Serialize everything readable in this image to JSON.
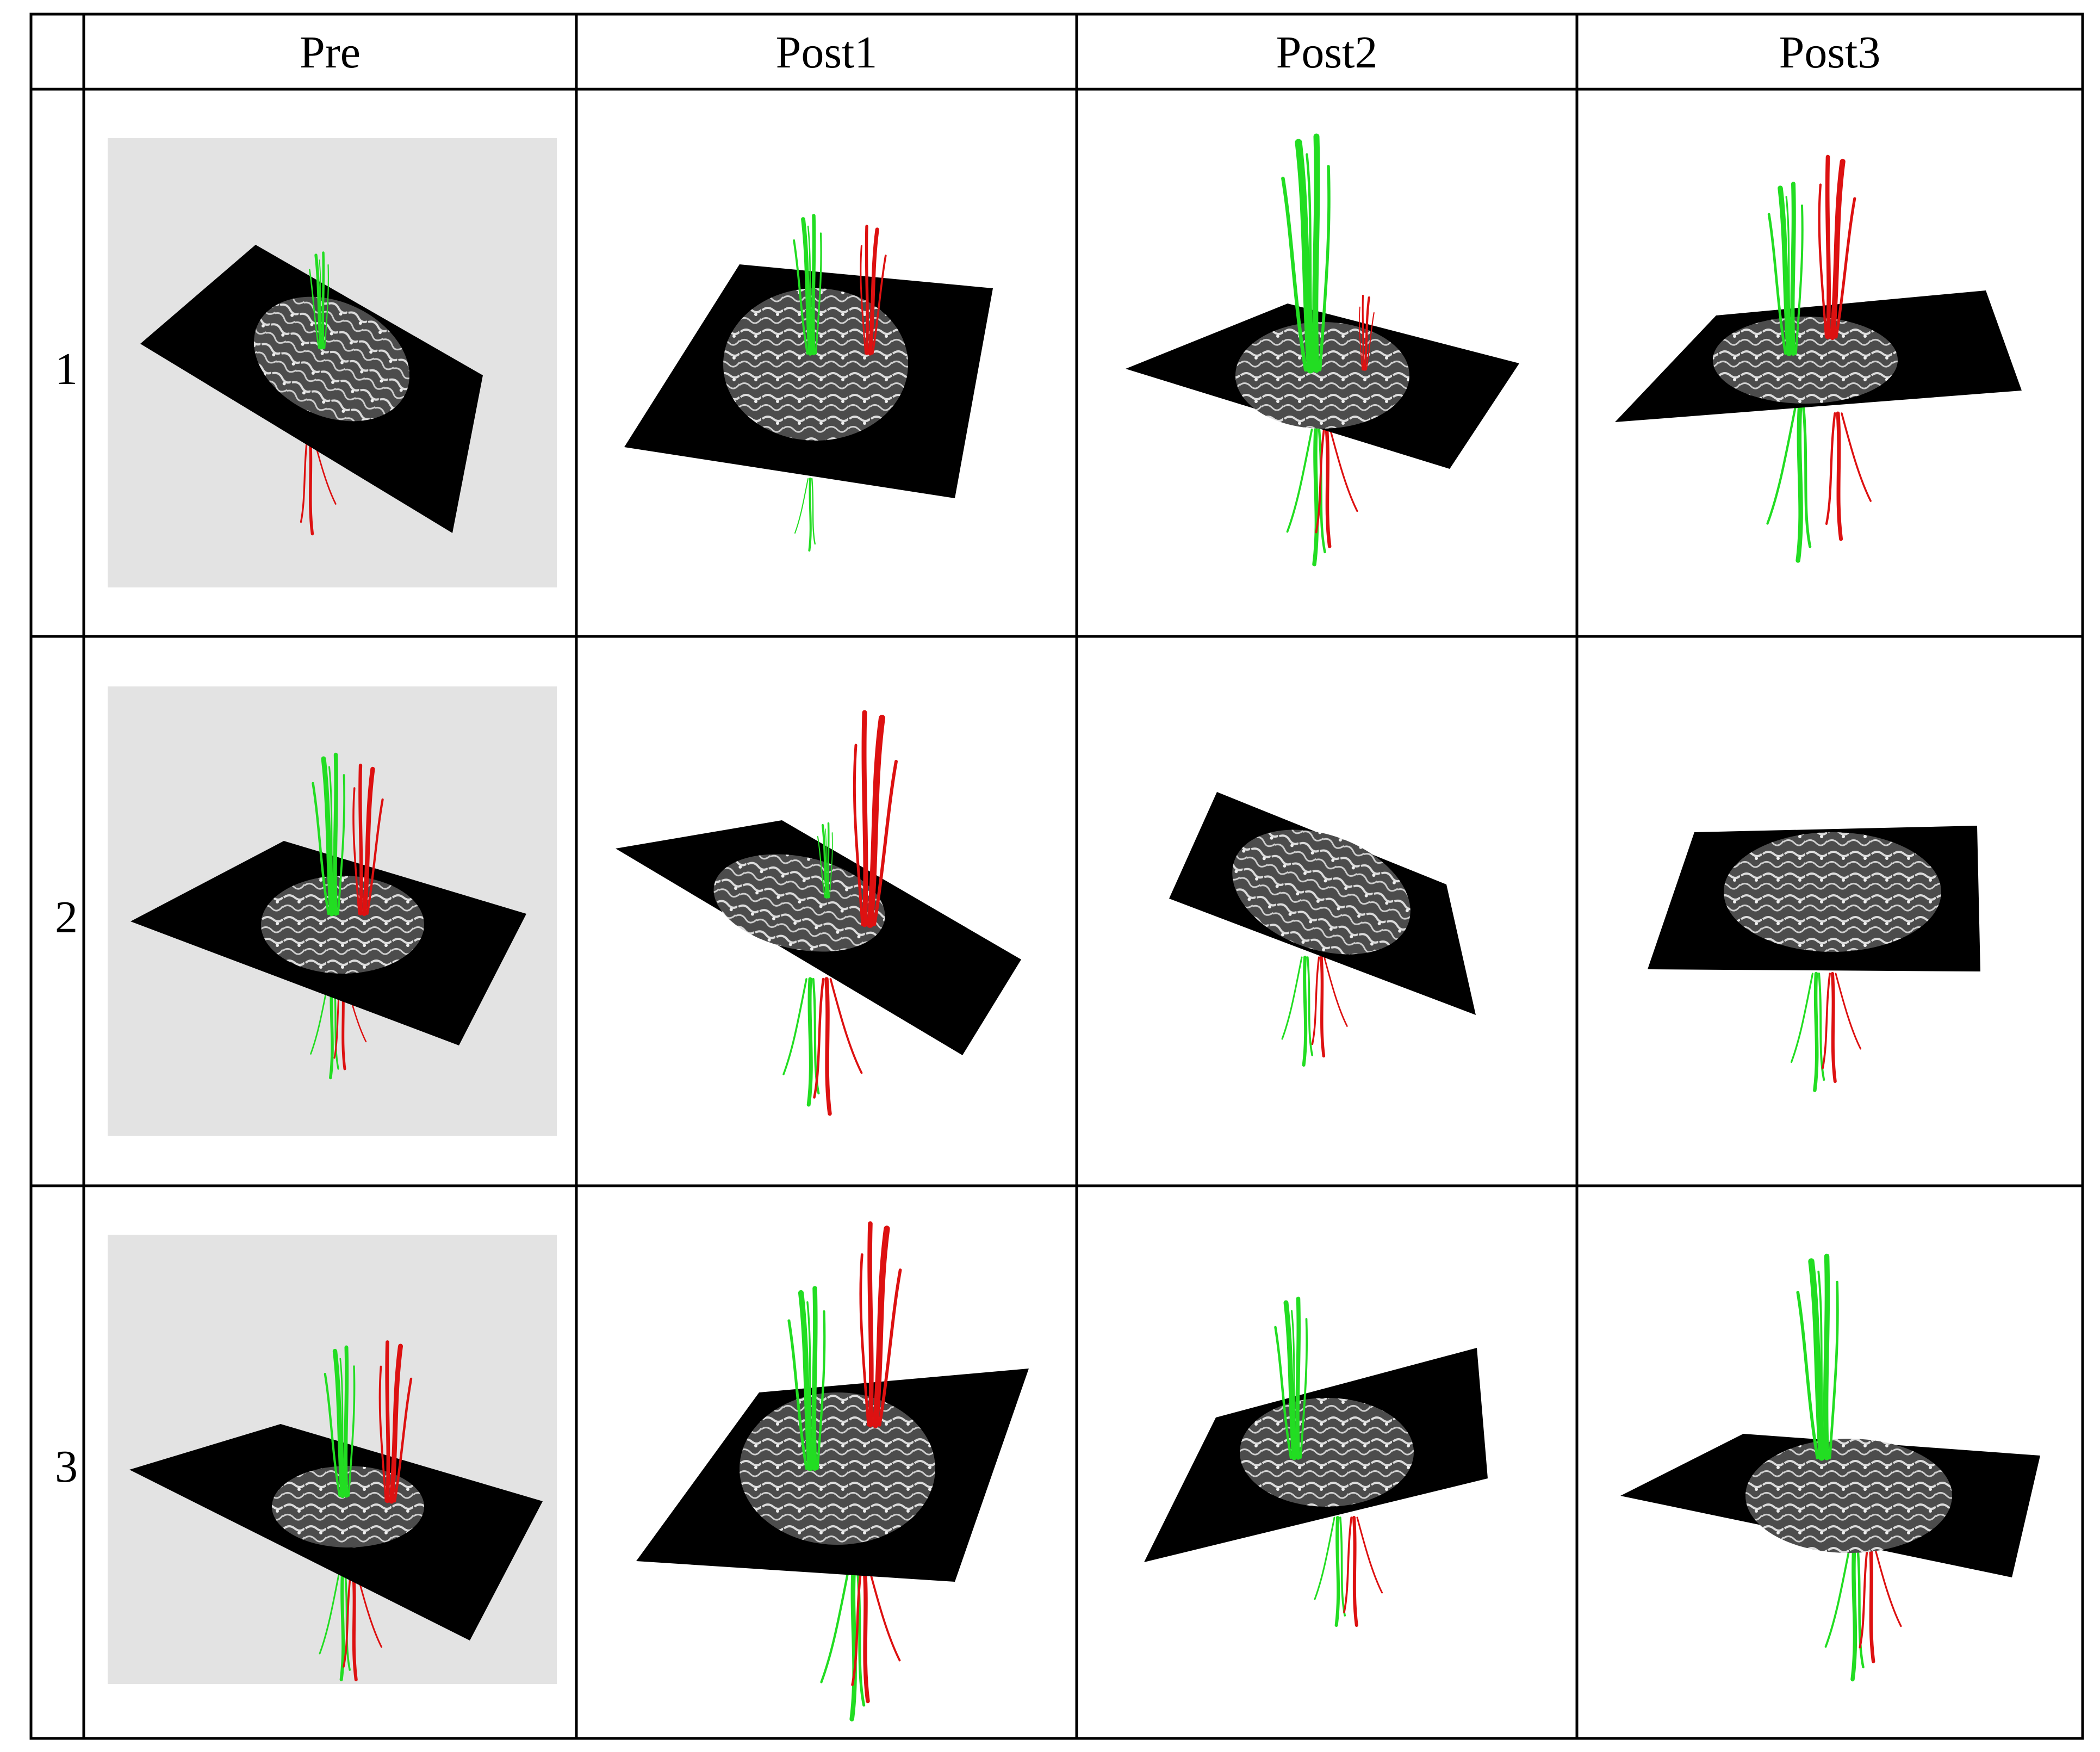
{
  "table": {
    "columns": [
      "Pre",
      "Post1",
      "Post2",
      "Post3"
    ],
    "rows": [
      "1",
      "2",
      "3"
    ]
  },
  "colors": {
    "grid_line": "#000000",
    "pre_panel_background": "#e3e3e3",
    "mri_slice": "#000000",
    "brain_tissue": "#5a5a5a",
    "brain_highlight": "#ececec",
    "tract_left": "#22dd22",
    "tract_right": "#dd1111"
  },
  "icons": {
    "cell_image": "tractography-3d-render-icon"
  }
}
